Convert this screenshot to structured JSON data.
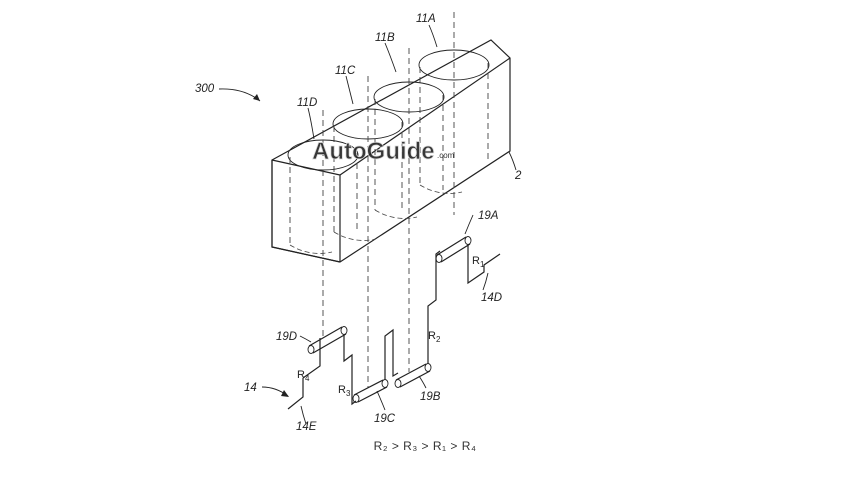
{
  "figure": {
    "labels": {
      "assembly": "300",
      "block": "2",
      "cyl_a": "11A",
      "cyl_b": "11B",
      "cyl_c": "11C",
      "cyl_d": "11D",
      "pin_a": "19A",
      "pin_b": "19B",
      "pin_c": "19C",
      "pin_d": "19D",
      "crank": "14",
      "end_d": "14D",
      "end_e": "14E"
    },
    "radius_labels": {
      "r1": {
        "letter": "R",
        "sub": "1"
      },
      "r2": {
        "letter": "R",
        "sub": "2"
      },
      "r3": {
        "letter": "R",
        "sub": "3"
      },
      "r4": {
        "letter": "R",
        "sub": "4"
      }
    },
    "relation": "R₂ > R₃ > R₁ > R₄",
    "watermark": {
      "text": "AutoGuide",
      "suffix": ".com"
    }
  }
}
